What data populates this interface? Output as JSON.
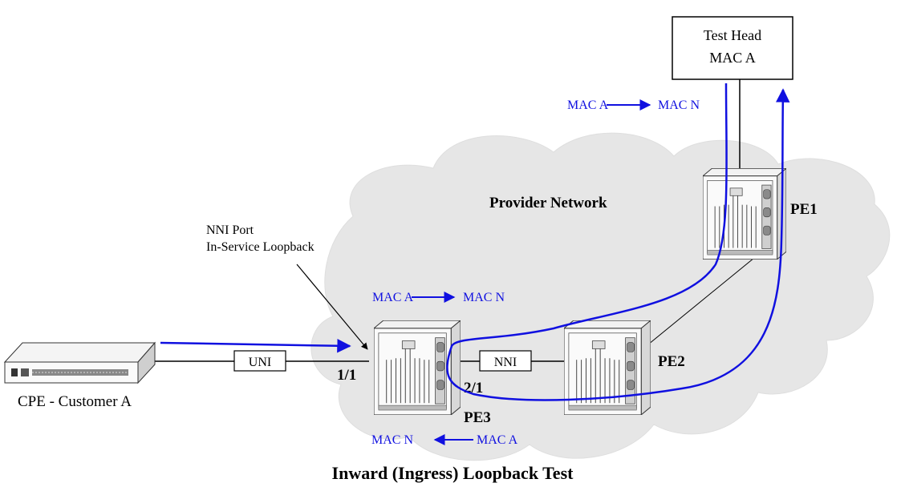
{
  "diagram": {
    "caption": "Inward (Ingress) Loopback Test",
    "cloud_label": "Provider Network",
    "test_head": {
      "line1": "Test Head",
      "line2": "MAC A"
    },
    "annotation": {
      "line1": "NNI Port",
      "line2": "In-Service Loopback"
    },
    "flows": {
      "top": {
        "from": "MAC A",
        "to": "MAC N"
      },
      "middle": {
        "from": "MAC A",
        "to": "MAC N"
      },
      "bottom": {
        "from": "MAC N",
        "to": "MAC A"
      }
    },
    "devices": {
      "pe1": "PE1",
      "pe2": "PE2",
      "pe3": "PE3",
      "cpe": "CPE - Customer A"
    },
    "links": {
      "uni": "UNI",
      "nni": "NNI"
    },
    "ports": {
      "p11": "1/1",
      "p21": "2/1"
    },
    "colors": {
      "flow": "#1010e0",
      "cloud": "#e6e6e6",
      "text": "#000000"
    }
  }
}
